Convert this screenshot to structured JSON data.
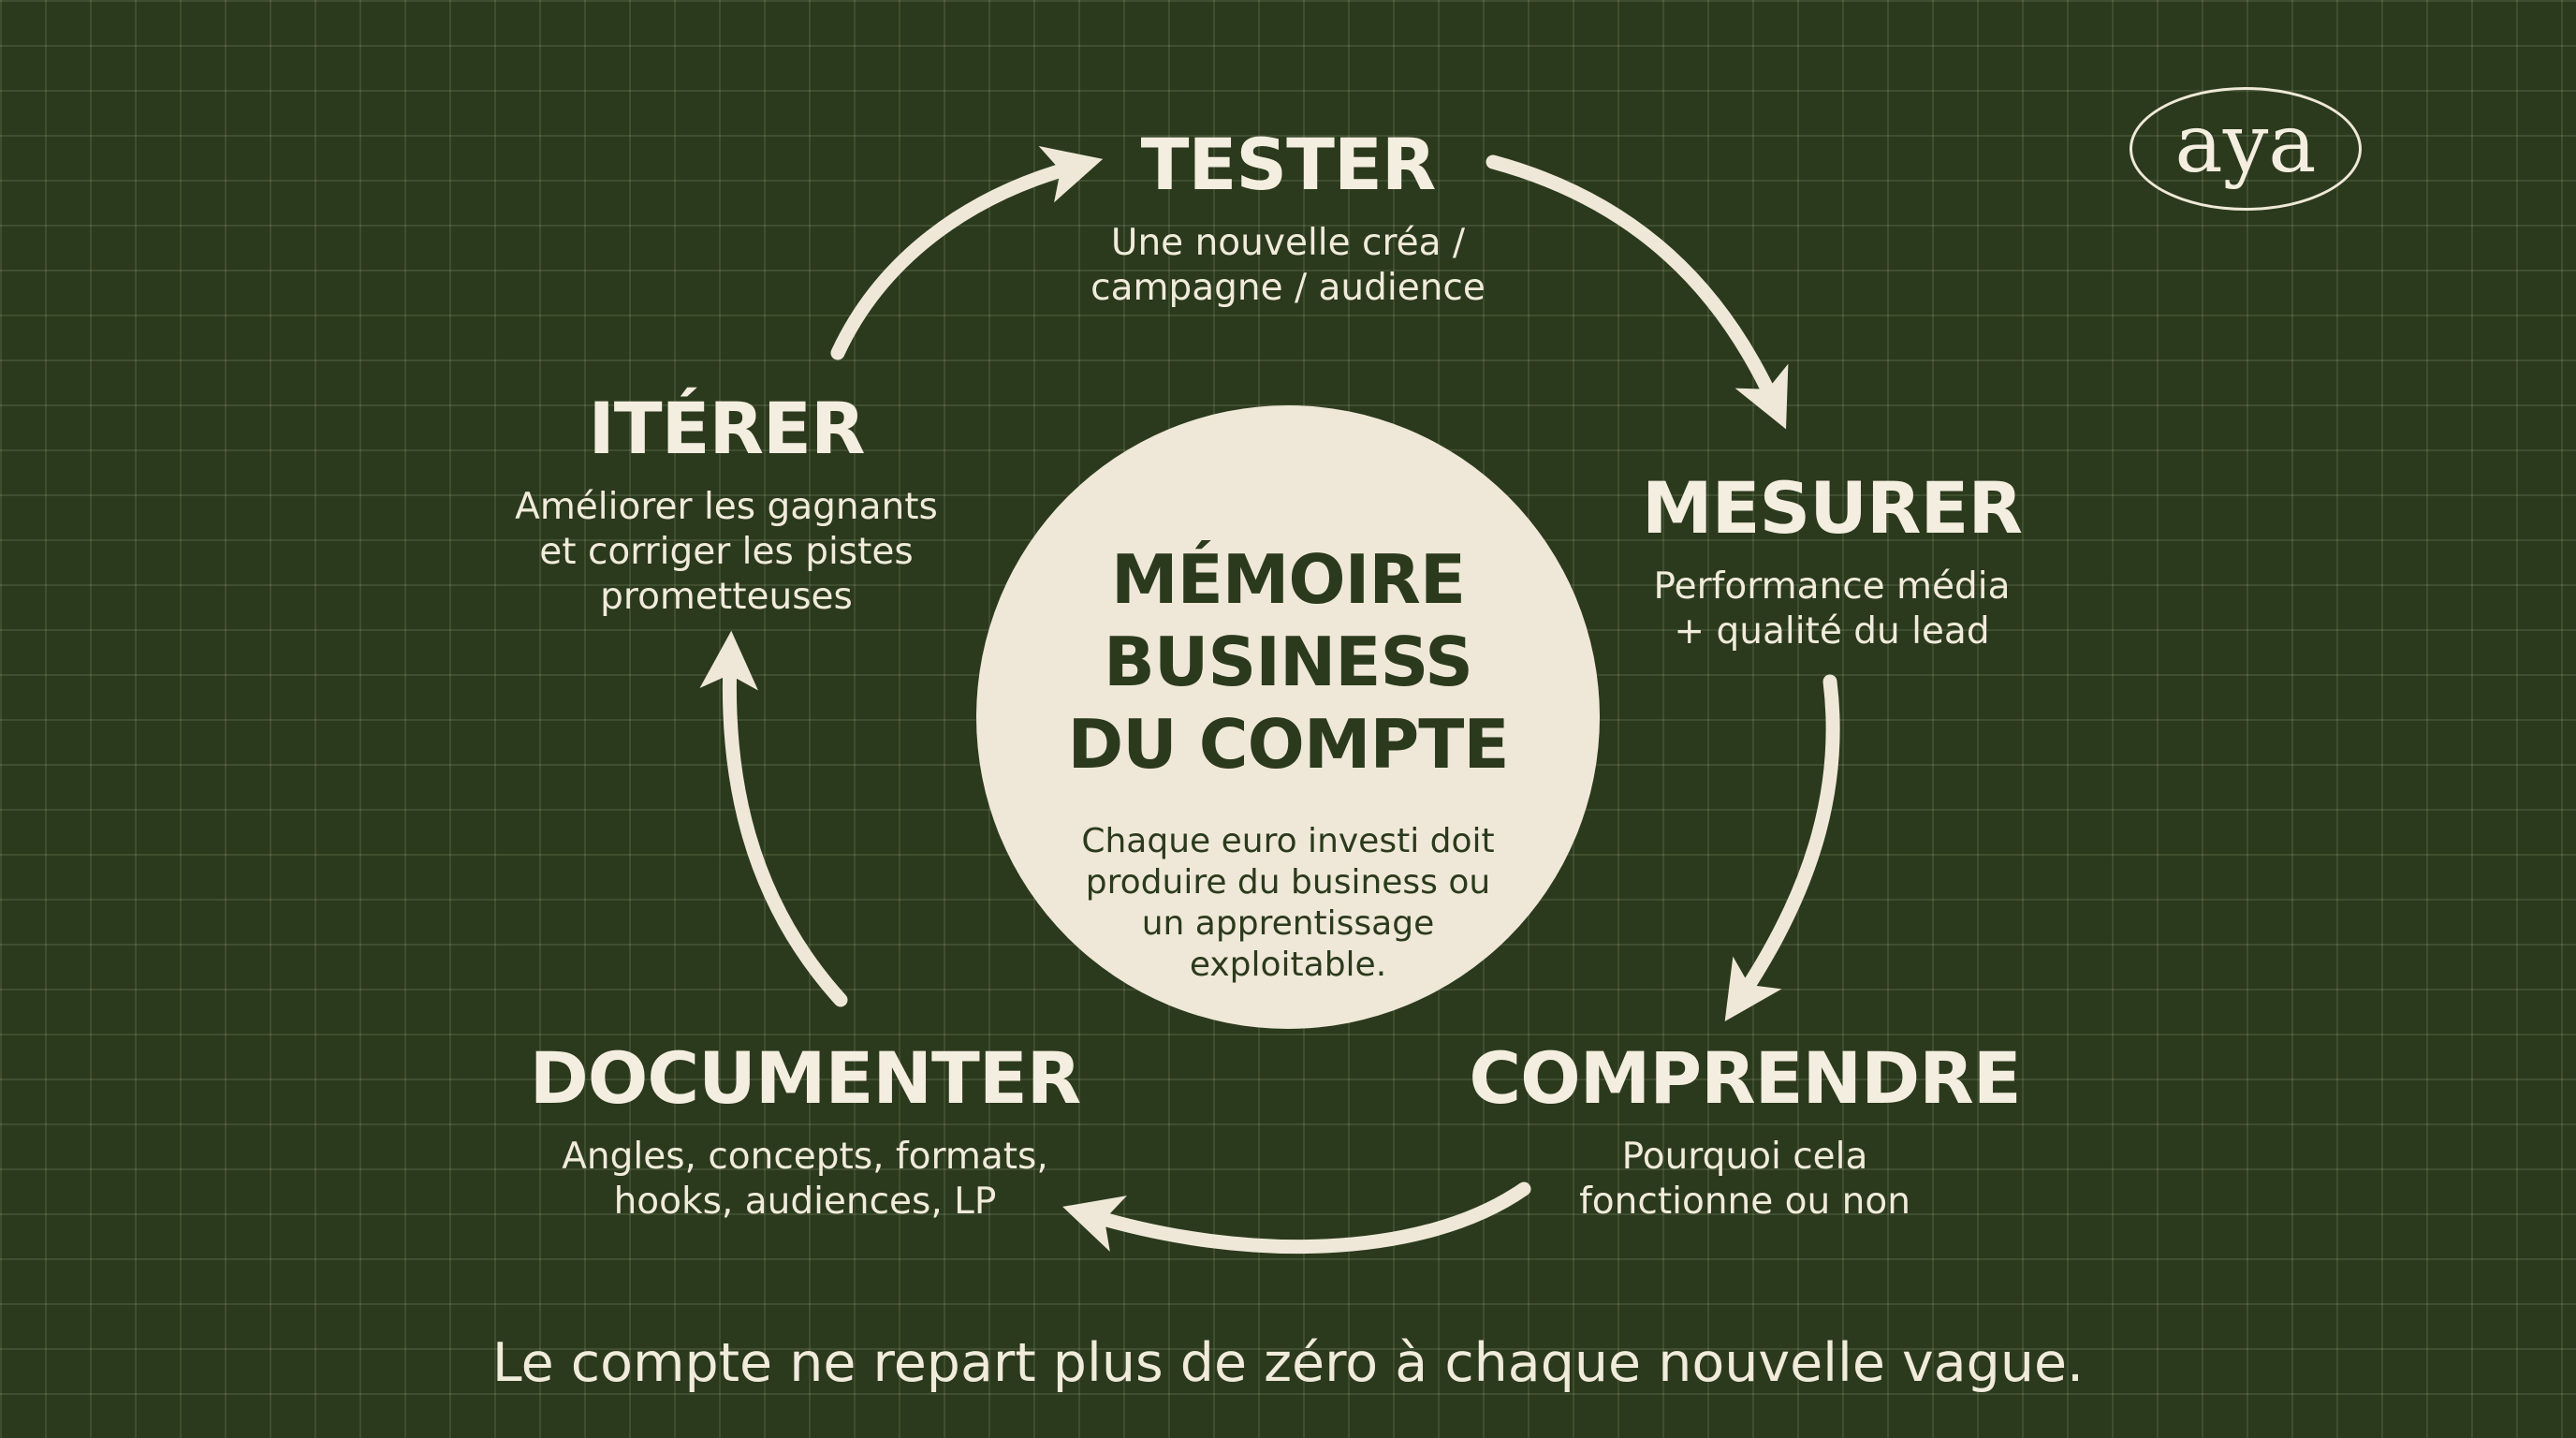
{
  "logo": {
    "text": "aya"
  },
  "center": {
    "title_lines": [
      "MÉMOIRE",
      "BUSINESS",
      "DU COMPTE"
    ],
    "text_lines": [
      "Chaque euro investi doit",
      "produire du business ou",
      "un apprentissage",
      "exploitable."
    ]
  },
  "steps": [
    {
      "title": "TESTER",
      "desc_lines": [
        "Une nouvelle créa /",
        "campagne / audience"
      ]
    },
    {
      "title": "MESURER",
      "desc_lines": [
        "Performance média",
        "+ qualité du lead"
      ]
    },
    {
      "title": "COMPRENDRE",
      "desc_lines": [
        "Pourquoi cela",
        "fonctionne ou non"
      ]
    },
    {
      "title": "DOCUMENTER",
      "desc_lines": [
        "Angles, concepts, formats,",
        "hooks, audiences, LP"
      ]
    },
    {
      "title": "ITÉRER",
      "desc_lines": [
        "Améliorer les gagnants",
        "et corriger les pistes",
        "prometteuses"
      ]
    }
  ],
  "footer": {
    "text": "Le compte ne repart plus de zéro à chaque nouvelle vague."
  },
  "colors": {
    "background": "#2b3a1c",
    "foreground": "#f1ebdc",
    "circle": "#efe8d8"
  }
}
